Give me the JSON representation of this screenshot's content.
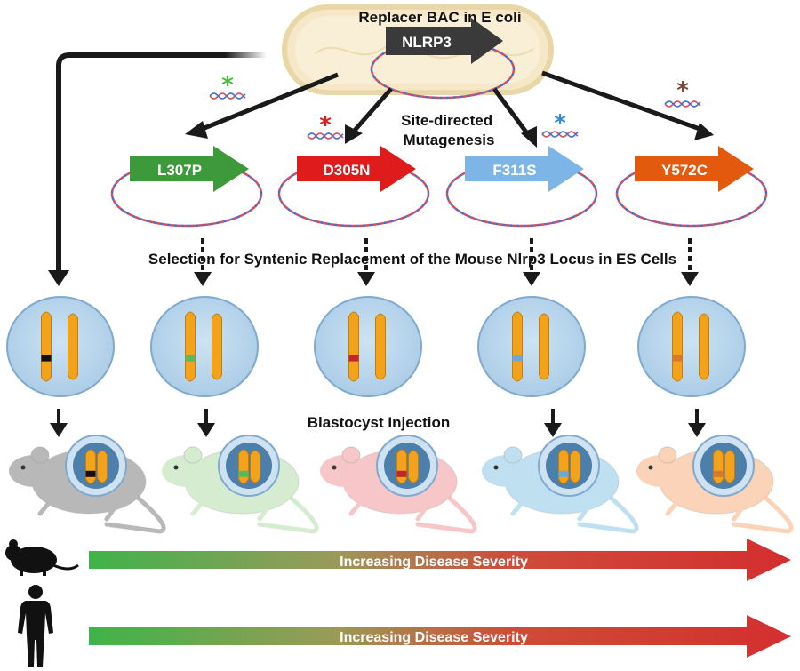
{
  "title": "Replacer BAC in E coli",
  "gene": "NLRP3",
  "mutagenesis_label": "Site-directed Mutagenesis",
  "selection_label": "Selection for Syntenic Replacement of the Mouse Nlrp3 Locus  in ES Cells",
  "injection_label": "Blastocyst Injection",
  "severity_label_mouse": "Increasing Disease Severity",
  "severity_label_human": "Increasing Disease Severity",
  "mutations": [
    {
      "label": "L307P",
      "color": "#3d9a3a",
      "star_color": "#4fb848",
      "band_color": "#5cb85c",
      "mouse_tint": "#d6ecd0"
    },
    {
      "label": "D305N",
      "color": "#e01b1b",
      "star_color": "#e01b1b",
      "band_color": "#c0262b",
      "mouse_tint": "#f6c6c8"
    },
    {
      "label": "F311S",
      "color": "#7db6e6",
      "star_color": "#3b87d6",
      "band_color": "#6ea7d9",
      "mouse_tint": "#bfe0f0"
    },
    {
      "label": "Y572C",
      "color": "#e35a0e",
      "star_color": "#7a4a3a",
      "band_color": "#d9782a",
      "mouse_tint": "#fad3b8"
    }
  ],
  "wildtype": {
    "band_color": "#111111",
    "mouse_tint": "#b8b8b8"
  },
  "colors": {
    "arrow_dark": "#1a1a1a",
    "gene_arrow": "#3a3a3a",
    "bacterium_fill": "#f6e8c6",
    "cell_fill": "#b9d6ec",
    "chromosome": "#f3a21b",
    "severity_start": "#3fb34a",
    "severity_end": "#d32f2f"
  }
}
